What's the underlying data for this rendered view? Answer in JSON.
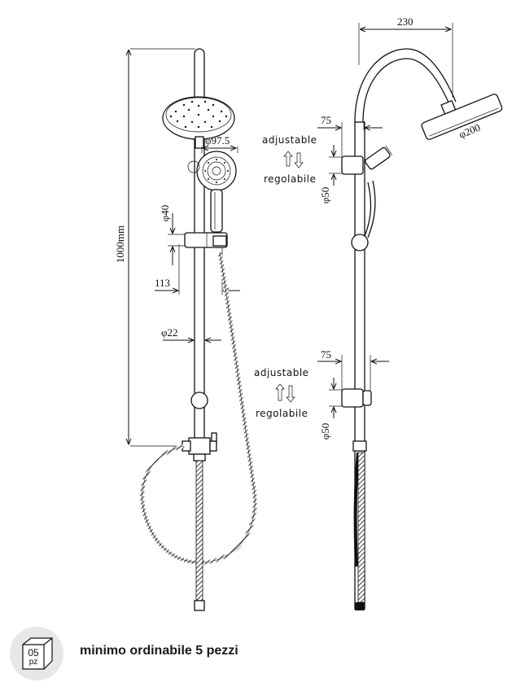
{
  "dimensions": {
    "total_height": "1000mm",
    "rain_head_left": "φ97.5",
    "holder_diameter": "φ40",
    "holder_offset": "113",
    "bar_diameter": "φ22",
    "arm_reach": "230",
    "rain_head_right": "φ200",
    "slider_top_offset": "75",
    "slider_top_diameter": "φ50",
    "slider_bottom_offset": "75",
    "slider_bottom_diameter": "φ50"
  },
  "annotations": {
    "upper_adjustable": "adjustable",
    "upper_regolabile": "regolabile",
    "lower_adjustable": "adjustable",
    "lower_regolabile": "regolabile"
  },
  "badge": {
    "quantity": "05",
    "unit": "pz",
    "text": "minimo ordinabile 5 pezzi",
    "circle_color": "#e7e7e7"
  },
  "icons": {
    "arrows": "up-down-arrows-icon",
    "package": "box-icon"
  }
}
